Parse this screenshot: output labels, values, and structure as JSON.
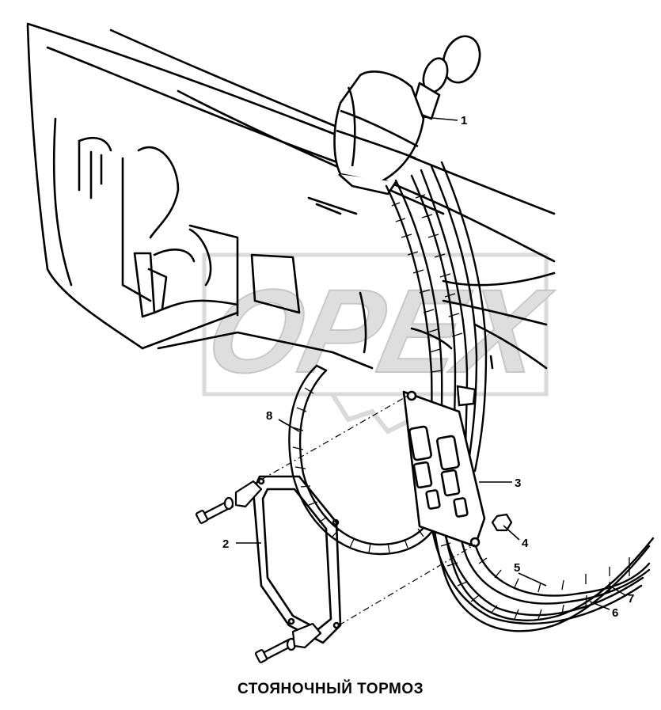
{
  "watermark": {
    "text": "OPEX"
  },
  "callouts": [
    {
      "id": "1",
      "label": "1"
    },
    {
      "id": "2",
      "label": "2"
    },
    {
      "id": "3",
      "label": "3"
    },
    {
      "id": "4",
      "label": "4"
    },
    {
      "id": "5",
      "label": "5"
    },
    {
      "id": "6",
      "label": "6"
    },
    {
      "id": "7",
      "label": "7"
    },
    {
      "id": "8",
      "label": "8"
    }
  ],
  "caption": "СТОЯНОЧНЫЙ ТОРМОЗ",
  "colors": {
    "line": "#000000",
    "watermark": "#c8c8c8",
    "background": "#ffffff"
  }
}
